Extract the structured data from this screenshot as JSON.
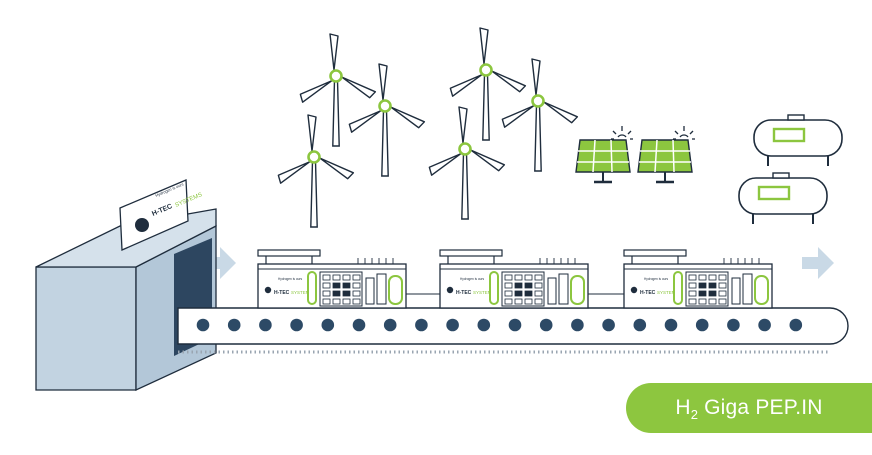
{
  "colors": {
    "accent": "#8cc63f",
    "outline": "#1f2d3d",
    "factory": "#c8d7e4",
    "factory_dark": "#2d4660",
    "arrow": "#c9d9e6",
    "roller": "#2d4a66",
    "badge": "#8dc63f"
  },
  "factory_sign": {
    "tagline": "Hydrogen is ours",
    "brand_main": "H-TEC",
    "brand_sub": "SYSTEMS",
    "icon": "hydrogen-drop-logo"
  },
  "modules": [
    {
      "tagline": "Hydrogen is ours",
      "brand_main": "H-TEC",
      "brand_sub": "SYSTEMS"
    },
    {
      "tagline": "Hydrogen is ours",
      "brand_main": "H-TEC",
      "brand_sub": "SYSTEMS"
    },
    {
      "tagline": "Hydrogen is ours",
      "brand_main": "H-TEC",
      "brand_sub": "SYSTEMS"
    }
  ],
  "badge": {
    "h": "H",
    "sub": "2",
    "rest": "Giga PEP.IN"
  },
  "icons": [
    "wind-turbine-icon",
    "solar-panel-icon",
    "sun-icon",
    "hydrogen-tank-icon",
    "arrow-right-icon"
  ]
}
